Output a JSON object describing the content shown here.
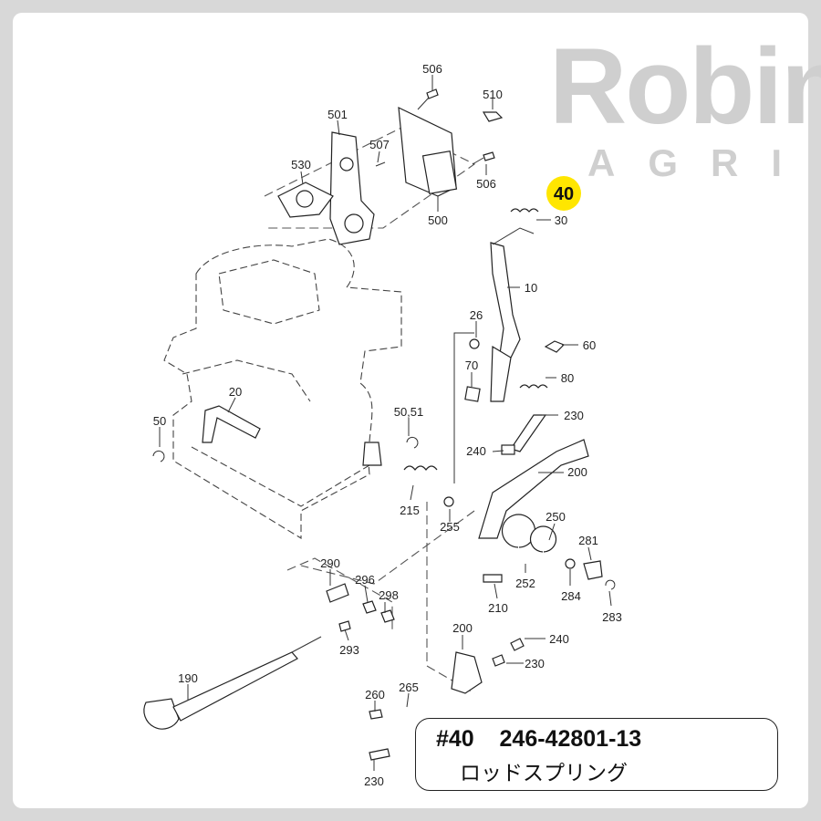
{
  "brand": {
    "name": "Robin",
    "sub": "AGRI"
  },
  "highlight": {
    "label": "40",
    "color": "#ffe600"
  },
  "callout": {
    "part_ref": "#40",
    "part_number": "246-42801-13",
    "part_name": "ロッドスプリング"
  },
  "part_labels": {
    "p506a": "506",
    "p510": "510",
    "p501": "501",
    "p507": "507",
    "p530": "530",
    "p506b": "506",
    "p500a": "500",
    "p30": "30",
    "p10": "10",
    "p26": "26",
    "p60": "60",
    "p70": "70",
    "p80": "80",
    "p20": "20",
    "p50": "50",
    "p5051": "50,51",
    "p230a": "230",
    "p240a": "240",
    "p200a": "200",
    "p215": "215",
    "p255": "255",
    "p250": "250",
    "p281": "281",
    "p252": "252",
    "p284": "284",
    "p283": "283",
    "p210": "210",
    "p290": "290",
    "p296": "296",
    "p298": "298",
    "p293": "293",
    "p200b": "200",
    "p240b": "240",
    "p230b": "230",
    "p190": "190",
    "p260": "260",
    "p265": "265",
    "p230c": "230"
  }
}
